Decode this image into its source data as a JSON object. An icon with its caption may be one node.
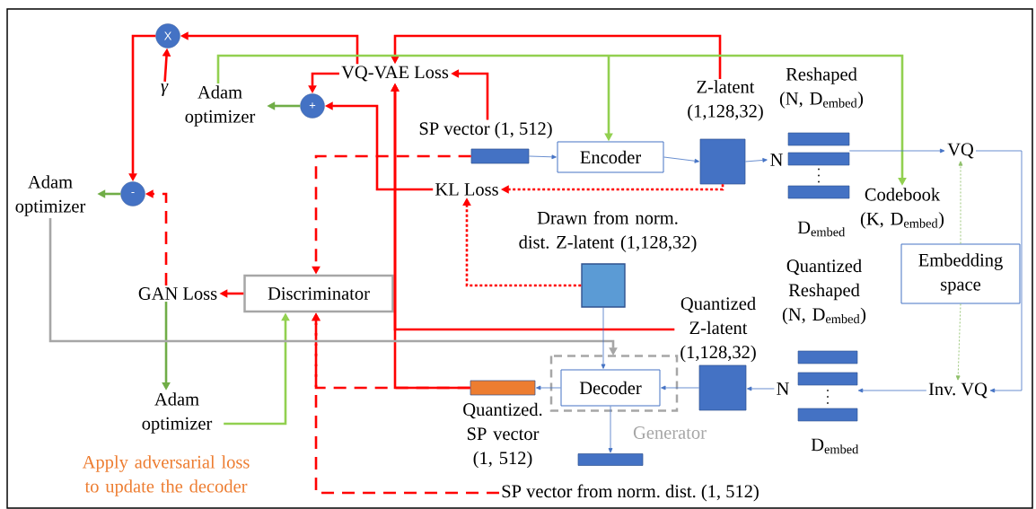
{
  "diagram": {
    "nodes": [
      {
        "text": [
          "X"
        ]
      },
      {
        "text": [
          "γ"
        ]
      },
      {
        "text": [
          "Adam optimizer"
        ]
      },
      {
        "text": [
          "+"
        ]
      },
      {
        "text": [
          "VQ-VAE Loss"
        ]
      },
      {
        "text": [
          "SP vector (1, 512)"
        ]
      },
      {
        "text": [],
        "shape": "bar"
      },
      {
        "text": [
          "Encoder"
        ]
      },
      {
        "text": [
          "Z-latent (1,128,32)"
        ]
      },
      {
        "text": [
          "N"
        ]
      },
      {
        "text": [
          "Reshaped (N, D$_{embed}$)"
        ],
        "beside": [
          "D$_{embed}$"
        ]
      },
      {
        "text": [
          "Codebook (K, D$_{embed}$)"
        ]
      },
      {
        "text": [
          "VQ"
        ]
      },
      {
        "text": [
          "KL Loss"
        ]
      },
      {
        "text": [
          "Drawn from norm. dist. Z-latent (1,128,32)"
        ]
      },
      {
        "text": [],
        "shape": "box"
      },
      {
        "text": [
          "Adam optimizer"
        ]
      },
      {
        "text": [
          "-"
        ]
      },
      {
        "text": [
          "GAN Loss"
        ]
      },
      {
        "text": [
          "Discriminator"
        ]
      },
      {
        "text": [
          "Adam optimizer"
        ]
      },
      {
        "text": [
          "Embedding space"
        ]
      },
      {
        "text": [
          "Quantized Reshaped (N, D$_{embed}$)"
        ],
        "beside": [
          "D$_{embed}$"
        ]
      },
      {
        "text": [
          "N"
        ]
      },
      {
        "text": [
          "Quantized Z-latent (1,128,32)"
        ]
      },
      {
        "text": [
          "Inv. VQ"
        ]
      },
      {
        "text": [
          "Generator"
        ]
      },
      {
        "text": [
          "Decoder"
        ],
        "in": 26
      },
      {
        "text": [
          "Quantized. SP vector (1, 512)"
        ]
      },
      {
        "text": [],
        "shape": "bar"
      },
      {
        "text": [
          "SP vector from norm. dist. (1, 512)"
        ]
      }
    ],
    "edges": [
      {
        "from": 4,
        "to": 0,
        "arrow": "to"
      },
      {
        "from": 1,
        "to": 0,
        "arrow": "to"
      },
      {
        "from": 0,
        "to": 17,
        "arrow": "to"
      },
      {
        "from": 8,
        "to": 4,
        "arrow": "to"
      },
      {
        "from": 5,
        "to": 4,
        "arrow": "to"
      },
      {
        "from": 24,
        "to": 4,
        "arrow": "to"
      },
      {
        "from": 28,
        "to": 4,
        "arrow": "to"
      },
      {
        "from": 28,
        "to": 19,
        "arrow": "to",
        "style": "dashed"
      },
      {
        "from": 6,
        "to": 19,
        "arrow": "to",
        "style": "dashed"
      },
      {
        "from": 30,
        "to": 19,
        "arrow": "to",
        "style": "dashed"
      },
      {
        "from": 19,
        "to": 18,
        "arrow": "to"
      },
      {
        "from": 18,
        "to": 17,
        "arrow": "to",
        "style": "dashed"
      },
      {
        "from": 17,
        "to": 16,
        "arrow": "to",
        "color": "#70ad47"
      },
      {
        "from": 18,
        "to": 20,
        "arrow": "to",
        "color": "#70ad47"
      },
      {
        "from": 20,
        "to": 19,
        "arrow": "to",
        "color": "#92d050"
      },
      {
        "from": 16,
        "to": 26,
        "arrow": "to",
        "color": "#a6a6a6"
      },
      {
        "from": 3,
        "to": 2,
        "arrow": "to",
        "color": "#70ad47"
      },
      {
        "from": 13,
        "to": 3,
        "arrow": "to"
      },
      {
        "from": 4,
        "to": 3,
        "arrow": "to"
      },
      {
        "from": 2,
        "to": 7,
        "arrow": "to",
        "color": "#92d050"
      },
      {
        "from": 2,
        "to": 11,
        "arrow": "to",
        "color": "#92d050"
      },
      {
        "from": 8,
        "to": 13,
        "arrow": "to",
        "style": "dashed"
      },
      {
        "from": 15,
        "to": 13,
        "arrow": "to",
        "style": "dashed"
      },
      {
        "from": 15,
        "to": 27,
        "arrow": "to",
        "color": "#4472c4"
      },
      {
        "from": 6,
        "to": 7,
        "arrow": "to",
        "color": "#4472c4"
      },
      {
        "from": 7,
        "to": 8,
        "arrow": "to",
        "color": "#4472c4"
      },
      {
        "from": 8,
        "to": 9,
        "arrow": "to",
        "color": "#4472c4"
      },
      {
        "from": 10,
        "to": 12,
        "arrow": "to",
        "color": "#4472c4"
      },
      {
        "from": 12,
        "to": 25,
        "arrow": "to",
        "color": "#4472c4"
      },
      {
        "from": 21,
        "to": 12,
        "arrow": "to",
        "style": "dashed",
        "color": "#8fc06a"
      },
      {
        "from": 21,
        "to": 25,
        "arrow": "to",
        "style": "dashed",
        "color": "#8fc06a"
      },
      {
        "from": 25,
        "to": 22,
        "arrow": "to",
        "color": "#4472c4"
      },
      {
        "from": 23,
        "to": 24,
        "arrow": "to",
        "color": "#4472c4"
      },
      {
        "from": 24,
        "to": 27,
        "arrow": "to",
        "color": "#4472c4"
      },
      {
        "from": 27,
        "to": 28,
        "arrow": "to",
        "color": "#4472c4"
      },
      {
        "from": 27,
        "to": 29,
        "arrow": "to",
        "color": "#4472c4"
      }
    ],
    "labels": [
      "Apply adversarial loss to update the decoder"
    ]
  }
}
